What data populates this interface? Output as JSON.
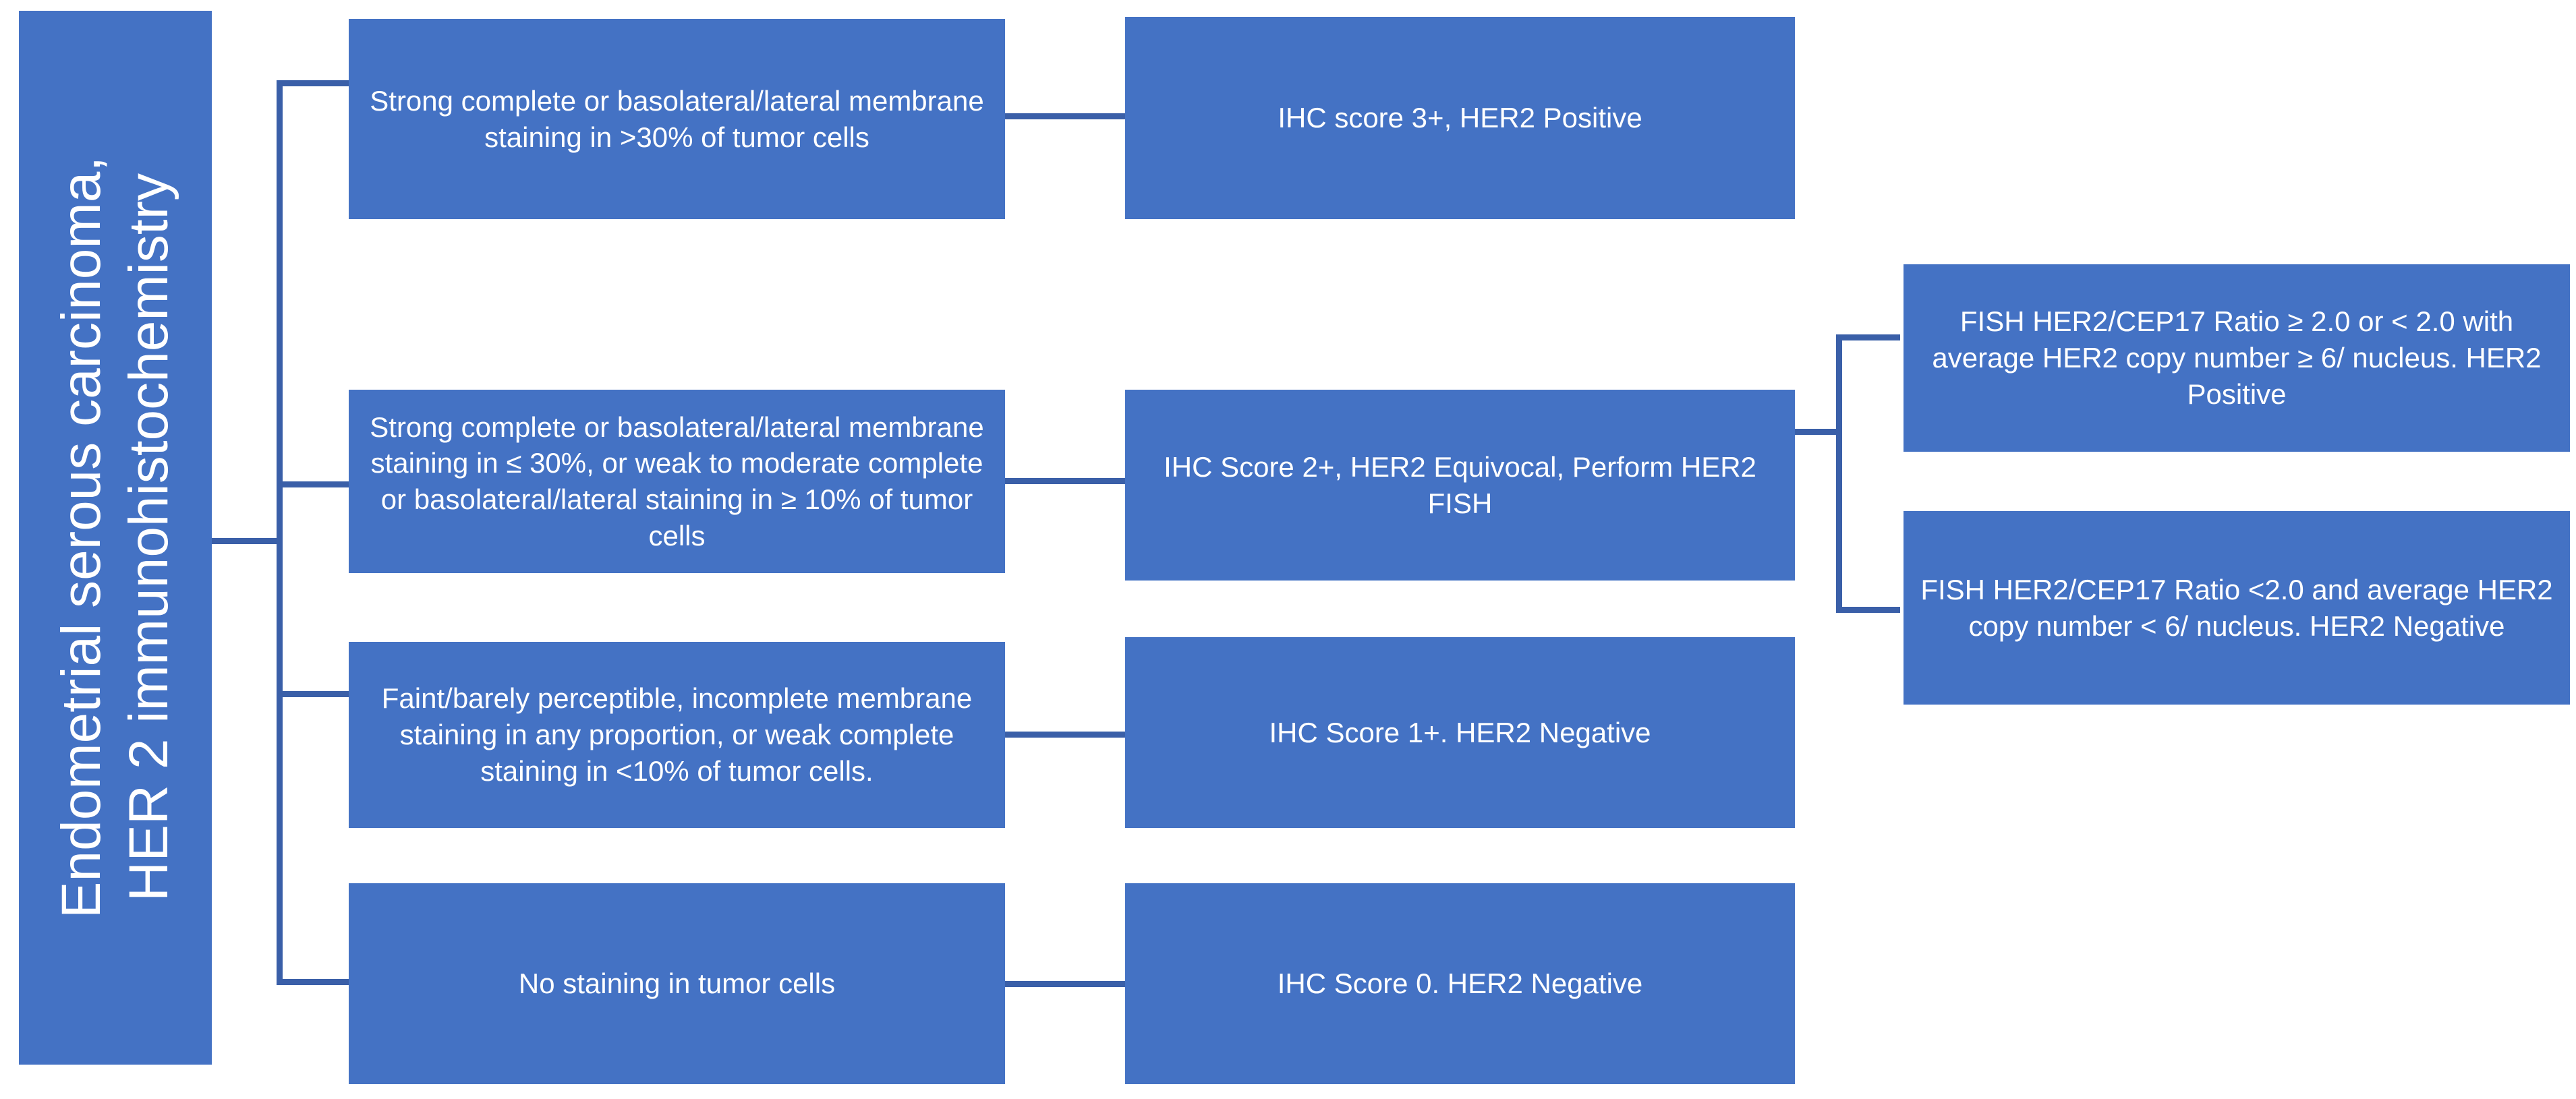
{
  "title": {
    "line1": "Endometrial serous carcinoma,",
    "line2": "HER 2 immunohistochemistry"
  },
  "colors": {
    "box_fill": "#4472C4",
    "box_text": "#FFFFFF",
    "connector": "#3A5FA8",
    "background": "#FFFFFF"
  },
  "criteria": {
    "score3": "Strong complete or basolateral/lateral membrane staining in >30% of tumor cells",
    "score2": "Strong complete or basolateral/lateral membrane staining in ≤ 30%, or weak to moderate complete or basolateral/lateral staining in ≥ 10% of tumor cells",
    "score1": "Faint/barely perceptible, incomplete membrane staining in any proportion, or weak complete staining in <10% of tumor cells.",
    "score0": "No staining in tumor cells"
  },
  "results": {
    "score3": "IHC score 3+, HER2 Positive",
    "score2": "IHC Score 2+, HER2 Equivocal, Perform HER2 FISH",
    "score1": "IHC Score 1+. HER2 Negative",
    "score0": "IHC Score 0. HER2 Negative"
  },
  "fish": {
    "positive": "FISH HER2/CEP17 Ratio ≥ 2.0 or < 2.0 with average HER2 copy number ≥ 6/ nucleus. HER2 Positive",
    "negative": "FISH HER2/CEP17 Ratio <2.0 and average HER2 copy number < 6/ nucleus. HER2 Negative"
  }
}
